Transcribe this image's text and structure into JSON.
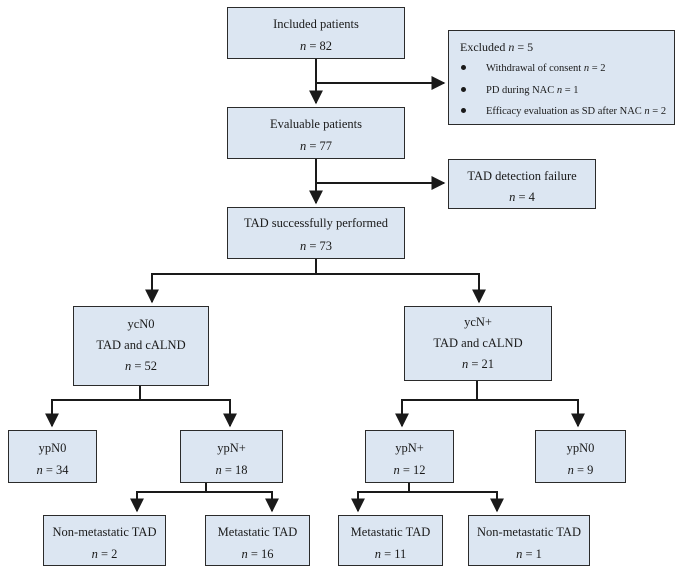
{
  "flowchart": {
    "n_symbol": "n",
    "included": {
      "label": "Included patients",
      "n": "= 82"
    },
    "excluded": {
      "label": "Excluded",
      "n": "= 5",
      "reasons": [
        {
          "text": "Withdrawal of consent",
          "n": "= 2"
        },
        {
          "text": "PD during NAC",
          "n": "= 1"
        },
        {
          "text": "Efficacy evaluation as SD after NAC",
          "n": "= 2"
        }
      ]
    },
    "evaluable": {
      "label": "Evaluable patients",
      "n": "= 77"
    },
    "tad_failure": {
      "label": "TAD detection failure",
      "n": "= 4"
    },
    "tad_success": {
      "label": "TAD successfully performed",
      "n": "= 73"
    },
    "ycn0": {
      "label1": "ycN0",
      "label2": "TAD and cALND",
      "n": "= 52"
    },
    "ycnplus": {
      "label1": "ycN+",
      "label2": "TAD and cALND",
      "n": "= 21"
    },
    "ycn0_ypn0": {
      "label": "ypN0",
      "n": "= 34"
    },
    "ycn0_ypnplus": {
      "label": "ypN+",
      "n": "= 18"
    },
    "ycnplus_ypnplus": {
      "label": "ypN+",
      "n": "= 12"
    },
    "ycnplus_ypn0": {
      "label": "ypN0",
      "n": "= 9"
    },
    "left_nonmet": {
      "label": "Non-metastatic TAD",
      "n": "= 2"
    },
    "left_met": {
      "label": "Metastatic TAD",
      "n": "= 16"
    },
    "right_met": {
      "label": "Metastatic TAD",
      "n": "= 11"
    },
    "right_nonmet": {
      "label": "Non-metastatic TAD",
      "n": "= 1"
    }
  }
}
